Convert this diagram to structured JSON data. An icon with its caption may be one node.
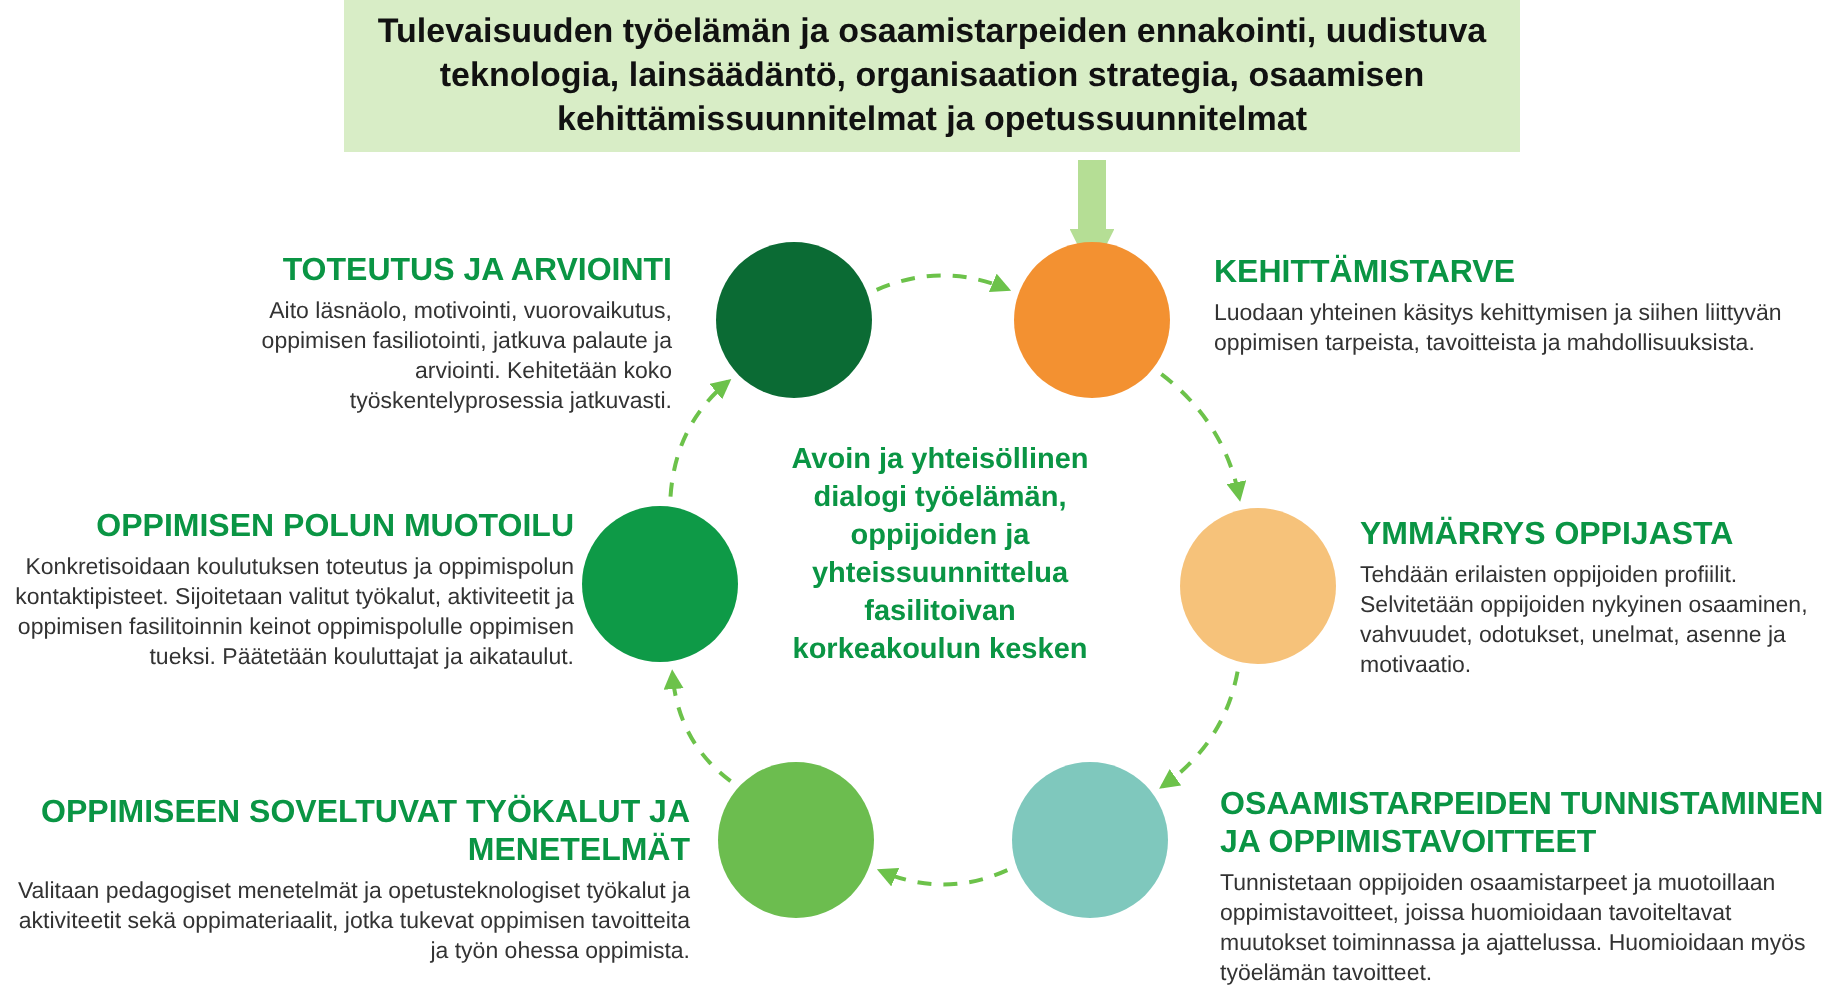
{
  "diagram": {
    "nodes": [
      {
        "text": [
          "Tulevaisuuden työelämän ja osaamistarpeiden ennakointi, uudistuva teknologia, lainsäädäntö, organisaation strategia, osaamisen kehittämissuunnitelmat ja opetussuunnitelmat"
        ]
      },
      {
        "text": [],
        "shape": "circle",
        "beside": [
          "KEHITTÄMISTARVE",
          "Luodaan yhteinen käsitys kehittymisen ja siihen liittyvän oppimisen tarpeista, tavoitteista ja mahdollisuuksista."
        ]
      },
      {
        "text": [],
        "shape": "circle",
        "beside": [
          "YMMÄRRYS OPPIJASTA",
          "Tehdään erilaisten oppijoiden profiilit. Selvitetään oppijoiden nykyinen osaaminen, vahvuudet, odotukset, unelmat, asenne ja motivaatio."
        ]
      },
      {
        "text": [],
        "shape": "circle",
        "beside": [
          "OSAAMISTARPEIDEN TUNNISTAMINEN JA OPPIMISTAVOITTEET",
          "Tunnistetaan oppijoiden osaamistarpeet ja muotoillaan oppimistavoitteet, joissa huomioidaan tavoiteltavat muutokset toiminnassa ja ajattelussa. Huomioidaan myös työelämän tavoitteet."
        ]
      },
      {
        "text": [],
        "shape": "circle",
        "beside": [
          "OPPIMISEEN SOVELTUVAT TYÖKALUT JA MENETELMÄT",
          "Valitaan pedagogiset menetelmät ja opetusteknologiset työkalut ja aktiviteetit sekä oppimateriaalit, jotka tukevat oppimisen tavoitteita ja työn ohessa oppimista."
        ]
      },
      {
        "text": [],
        "shape": "circle",
        "beside": [
          "OPPIMISEN POLUN MUOTOILU",
          "Konkretisoidaan koulutuksen toteutus ja oppimispolun kontaktipisteet. Sijoitetaan valitut työkalut, aktiviteetit ja oppimisen fasilitoinnin keinot oppimispolulle oppimisen tueksi. Päätetään kouluttajat ja aikataulut."
        ]
      },
      {
        "text": [],
        "shape": "circle",
        "beside": [
          "TOTEUTUS JA ARVIOINTI",
          "Aito läsnäolo, motivointi, vuorovaikutus, oppimisen fasiliotointi, jatkuva palaute ja arviointi. Kehitetään koko työskentelyprosessia jatkuvasti."
        ]
      }
    ],
    "edges": [
      {
        "from": 0,
        "to": 1,
        "arrow": "to",
        "style": "thick",
        "color": "#b5de95"
      },
      {
        "from": 6,
        "to": 1,
        "arrow": "to",
        "style": "dashed"
      },
      {
        "from": 1,
        "to": 2,
        "arrow": "to",
        "style": "dashed"
      },
      {
        "from": 2,
        "to": 3,
        "arrow": "to",
        "style": "dashed"
      },
      {
        "from": 3,
        "to": 4,
        "arrow": "to",
        "style": "dashed"
      },
      {
        "from": 4,
        "to": 5,
        "arrow": "to",
        "style": "dashed"
      },
      {
        "from": 5,
        "to": 6,
        "arrow": "to",
        "style": "dashed"
      }
    ],
    "labels": [
      "Avoin ja yhteisöllinen dialogi työelämän, oppijoiden ja yhteissuunnittelua fasilitoivan korkeakoulun kesken"
    ]
  }
}
